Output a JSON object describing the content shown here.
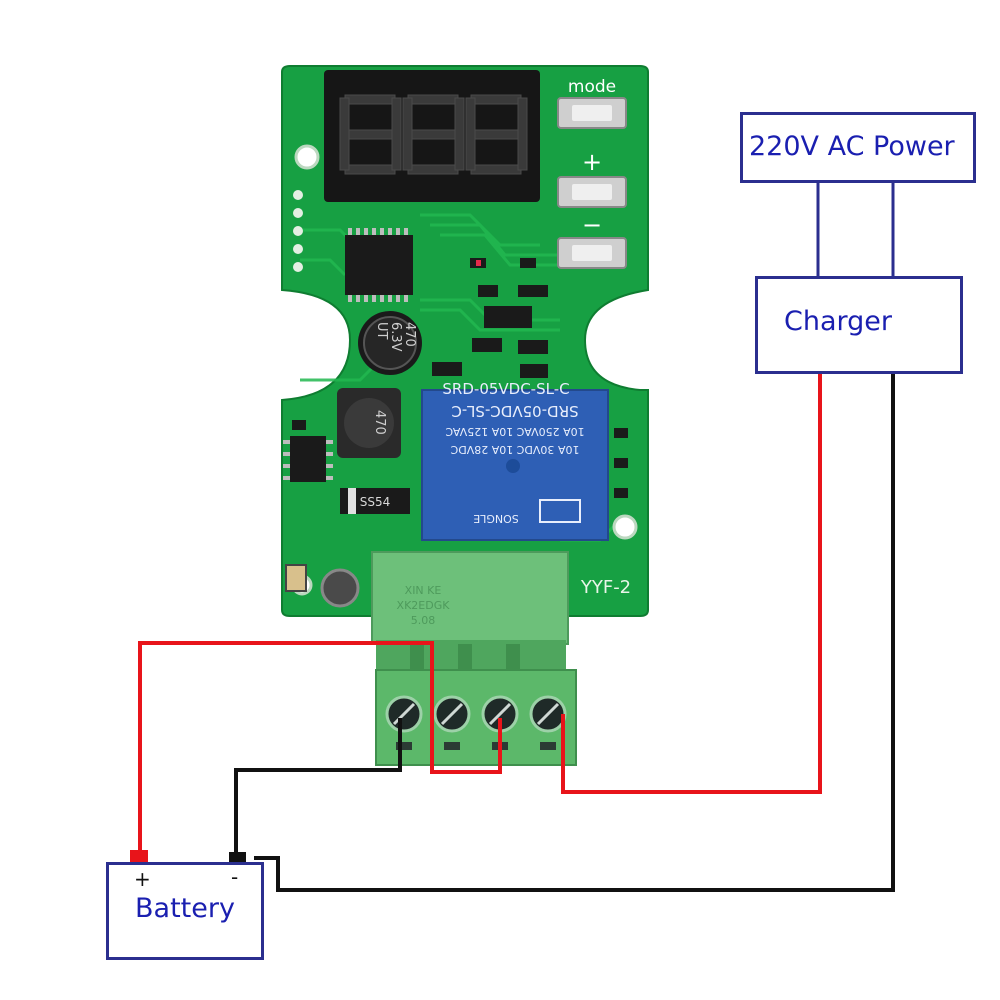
{
  "board": {
    "mode_label": "mode",
    "plus_label": "+",
    "minus_label": "−",
    "model": "YYF-2",
    "capacitor_text": [
      "UT",
      "6.3V",
      "470"
    ],
    "inductor_text": "470",
    "diode_text": "SS54",
    "relay": {
      "model": "SRD-05VDC-SL-C",
      "ratings": [
        "10A 250VAC 10A 125VAC",
        "10A 30VDC 10A 28VDC"
      ],
      "brand": "SONGLE"
    },
    "terminal_text": [
      "XIN KE",
      "XK2EDGK",
      "5.08"
    ]
  },
  "labels": {
    "ac_power": "220V AC Power",
    "charger": "Charger",
    "battery": "Battery",
    "battery_plus": "+",
    "battery_minus": "-"
  },
  "colors": {
    "pcb": "#17a043",
    "terminal": "#5cb86a",
    "relay": "#2e5fb5",
    "wire_positive": "#e8141a",
    "wire_negative": "#111111",
    "box_border": "#2b2f8f",
    "label_text": "#1a1fb0"
  }
}
